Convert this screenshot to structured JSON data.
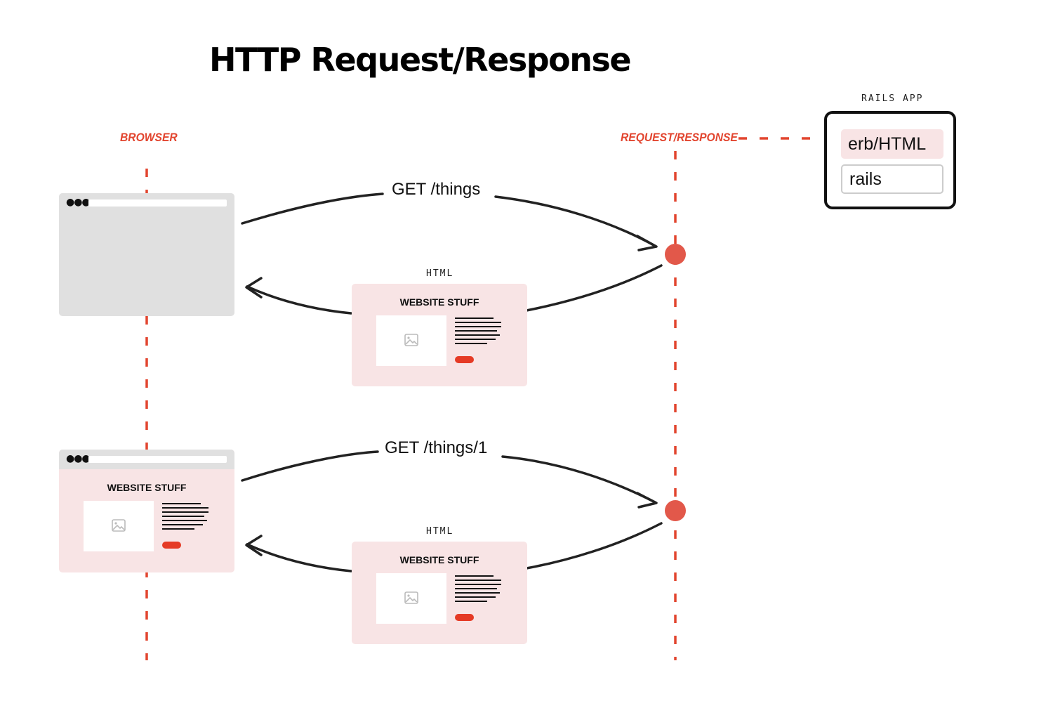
{
  "title": "HTTP Request/Response",
  "lanes": {
    "browser_label": "BROWSER",
    "request_response_label": "REQUEST/RESPONSE"
  },
  "rails_app": {
    "label": "RAILS APP",
    "items": [
      "erb/HTML",
      "rails"
    ]
  },
  "exchanges": [
    {
      "request_label": "GET /things",
      "response_label": "HTML",
      "card_title": "WEBSITE STUFF"
    },
    {
      "request_label": "GET /things/1",
      "response_label": "HTML",
      "card_title": "WEBSITE STUFF"
    }
  ],
  "browser_page_title": "WEBSITE STUFF",
  "colors": {
    "accent": "#e2452f",
    "card_bg": "#f8e4e5",
    "browser_gray": "#e0e0e0",
    "node": "#e2584a"
  }
}
